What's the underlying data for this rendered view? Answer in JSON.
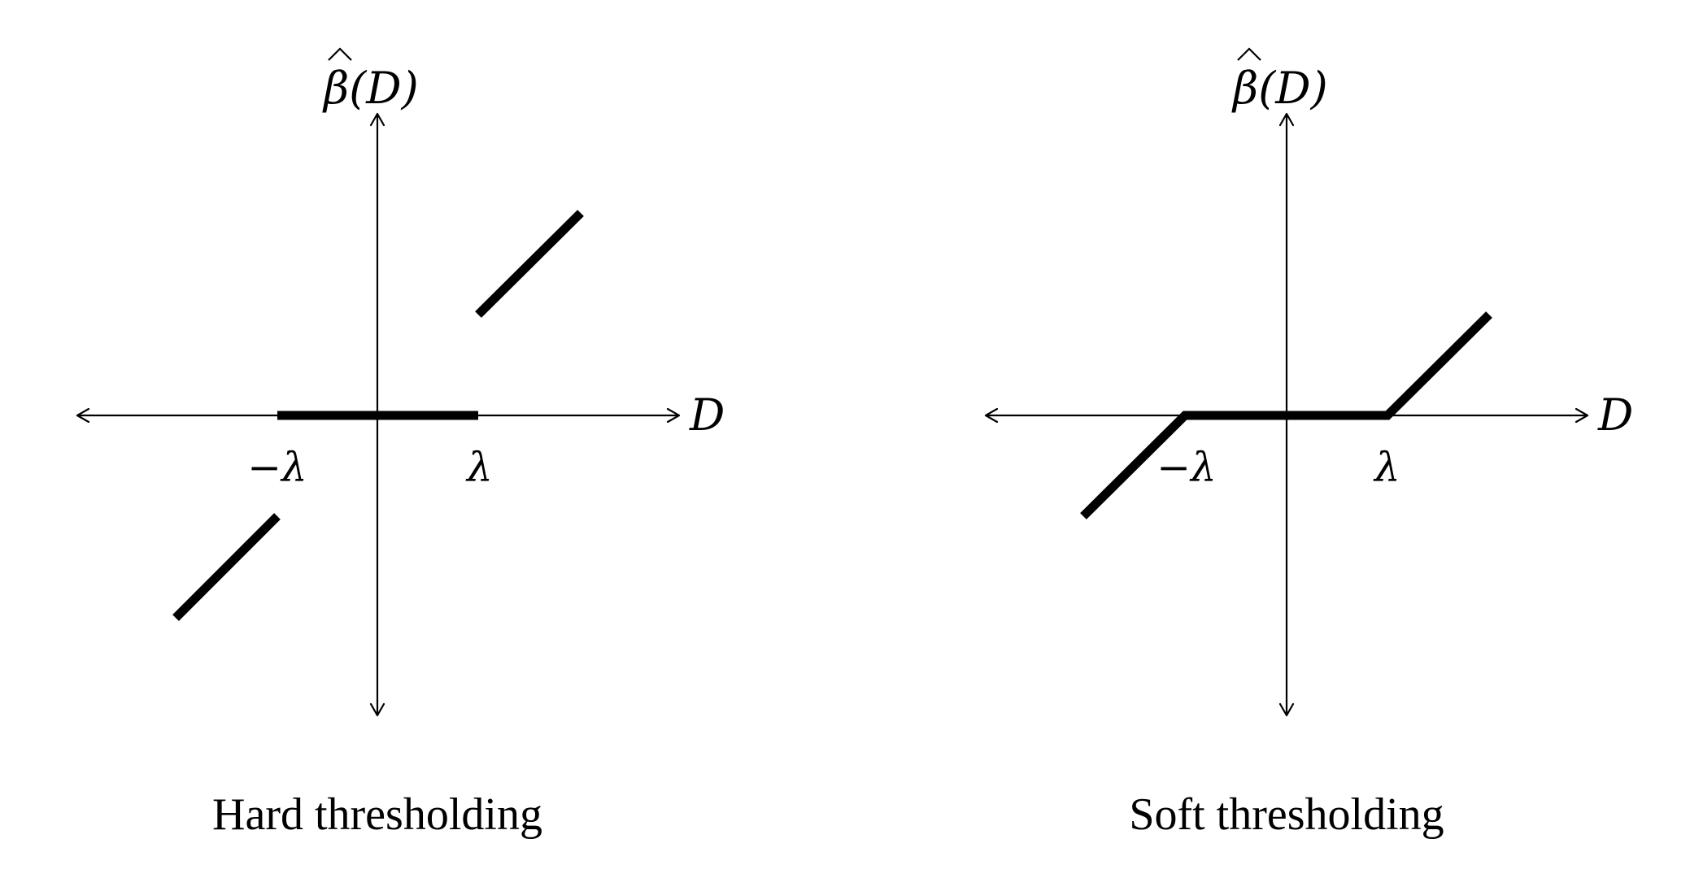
{
  "panels": [
    {
      "caption": "Hard thresholding",
      "y_axis_label": "β(D)",
      "x_axis_label": "D",
      "ticks": [
        "−λ",
        "λ"
      ]
    },
    {
      "caption": "Soft thresholding",
      "y_axis_label": "β(D)",
      "x_axis_label": "D",
      "ticks": [
        "−λ",
        "λ"
      ]
    }
  ]
}
